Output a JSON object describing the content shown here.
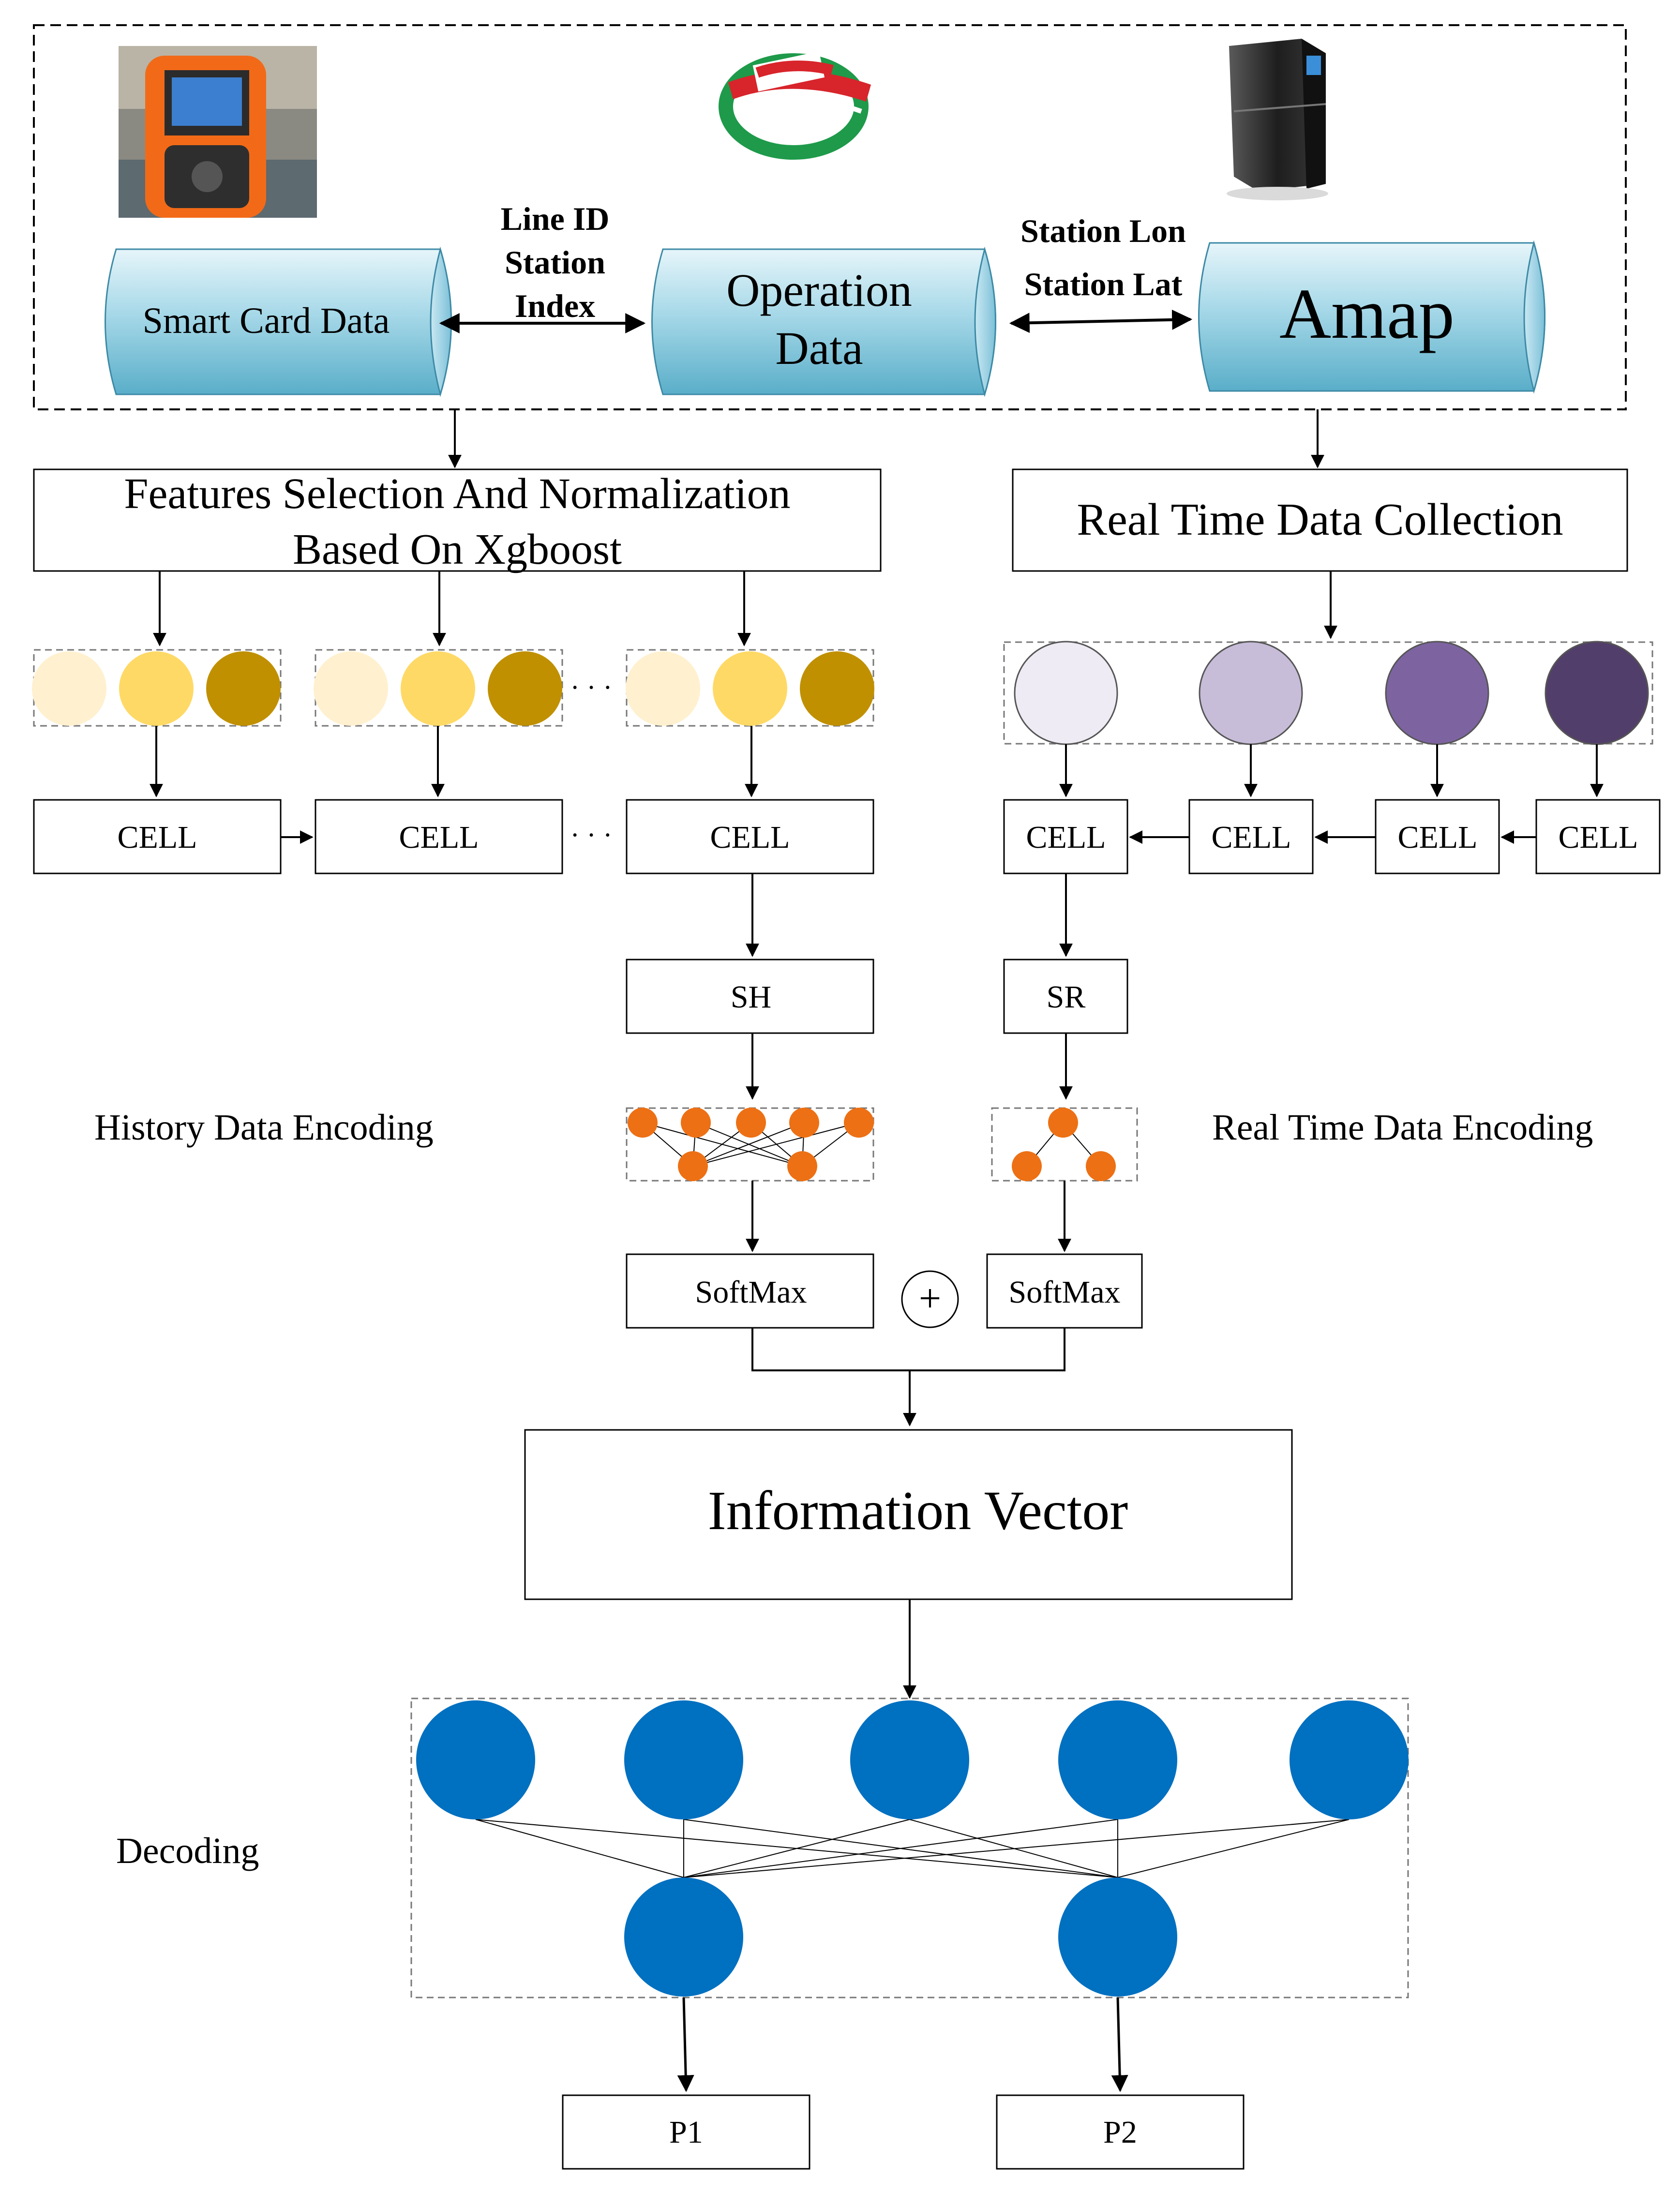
{
  "sources": {
    "smart_card": "Smart Card Data",
    "operation_line1": "Operation",
    "operation_line2": "Data",
    "amap": "Amap",
    "link_left": [
      "Line ID",
      "Station",
      "Index"
    ],
    "link_right": [
      "Station Lon",
      "Station Lat"
    ]
  },
  "features_box": [
    "Features Selection And Normalization",
    "Based On Xgboost"
  ],
  "realtime_box": "Real Time Data Collection",
  "cells": {
    "history": [
      "CELL",
      "CELL",
      "CELL"
    ],
    "realtime": [
      "CELL",
      "CELL",
      "CELL",
      "CELL"
    ]
  },
  "ellipsis": "· · ·",
  "sh_label": "SH",
  "sr_label": "SR",
  "history_encoding": "History Data Encoding",
  "realtime_encoding": "Real Time Data Encoding",
  "softmax_left": "SoftMax",
  "softmax_right": "SoftMax",
  "plus_symbol": "+",
  "info_vector": "Information Vector",
  "decoding": "Decoding",
  "outputs": [
    "P1",
    "P2"
  ],
  "colors": {
    "cylinder_top": "#e6f5fa",
    "cylinder_mid": "#8ccbe0",
    "cylinder_dark": "#5aaec9",
    "yellow_light": "#fff0cf",
    "yellow_mid": "#ffd966",
    "yellow_dark": "#c09000",
    "purple_1": "#eeebf4",
    "purple_2": "#c7bdd9",
    "purple_3": "#7d64a1",
    "purple_4": "#523e6a",
    "orange_node": "#ed7014",
    "blue_node": "#0070c0"
  }
}
